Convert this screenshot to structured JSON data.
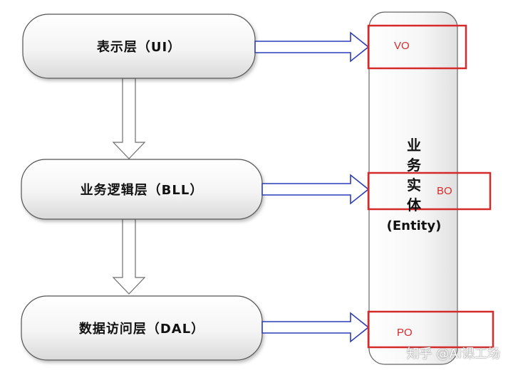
{
  "layers": [
    {
      "id": "ui",
      "label": "表示层（UI）"
    },
    {
      "id": "bll",
      "label": "业务逻辑层（BLL）"
    },
    {
      "id": "dal",
      "label": "数据访问层（DAL）"
    }
  ],
  "entity": {
    "title_chars": [
      "业",
      "务",
      "实",
      "体"
    ],
    "title_en": "(Entity)"
  },
  "objects": [
    {
      "id": "vo",
      "label": "VO"
    },
    {
      "id": "bo",
      "label": "BO"
    },
    {
      "id": "po",
      "label": "PO"
    }
  ],
  "watermark": "知乎 @AI课工场",
  "colors": {
    "arrow_outline": "#2b3db8",
    "highlight_box": "#d42a2a",
    "box_border": "#555555"
  }
}
